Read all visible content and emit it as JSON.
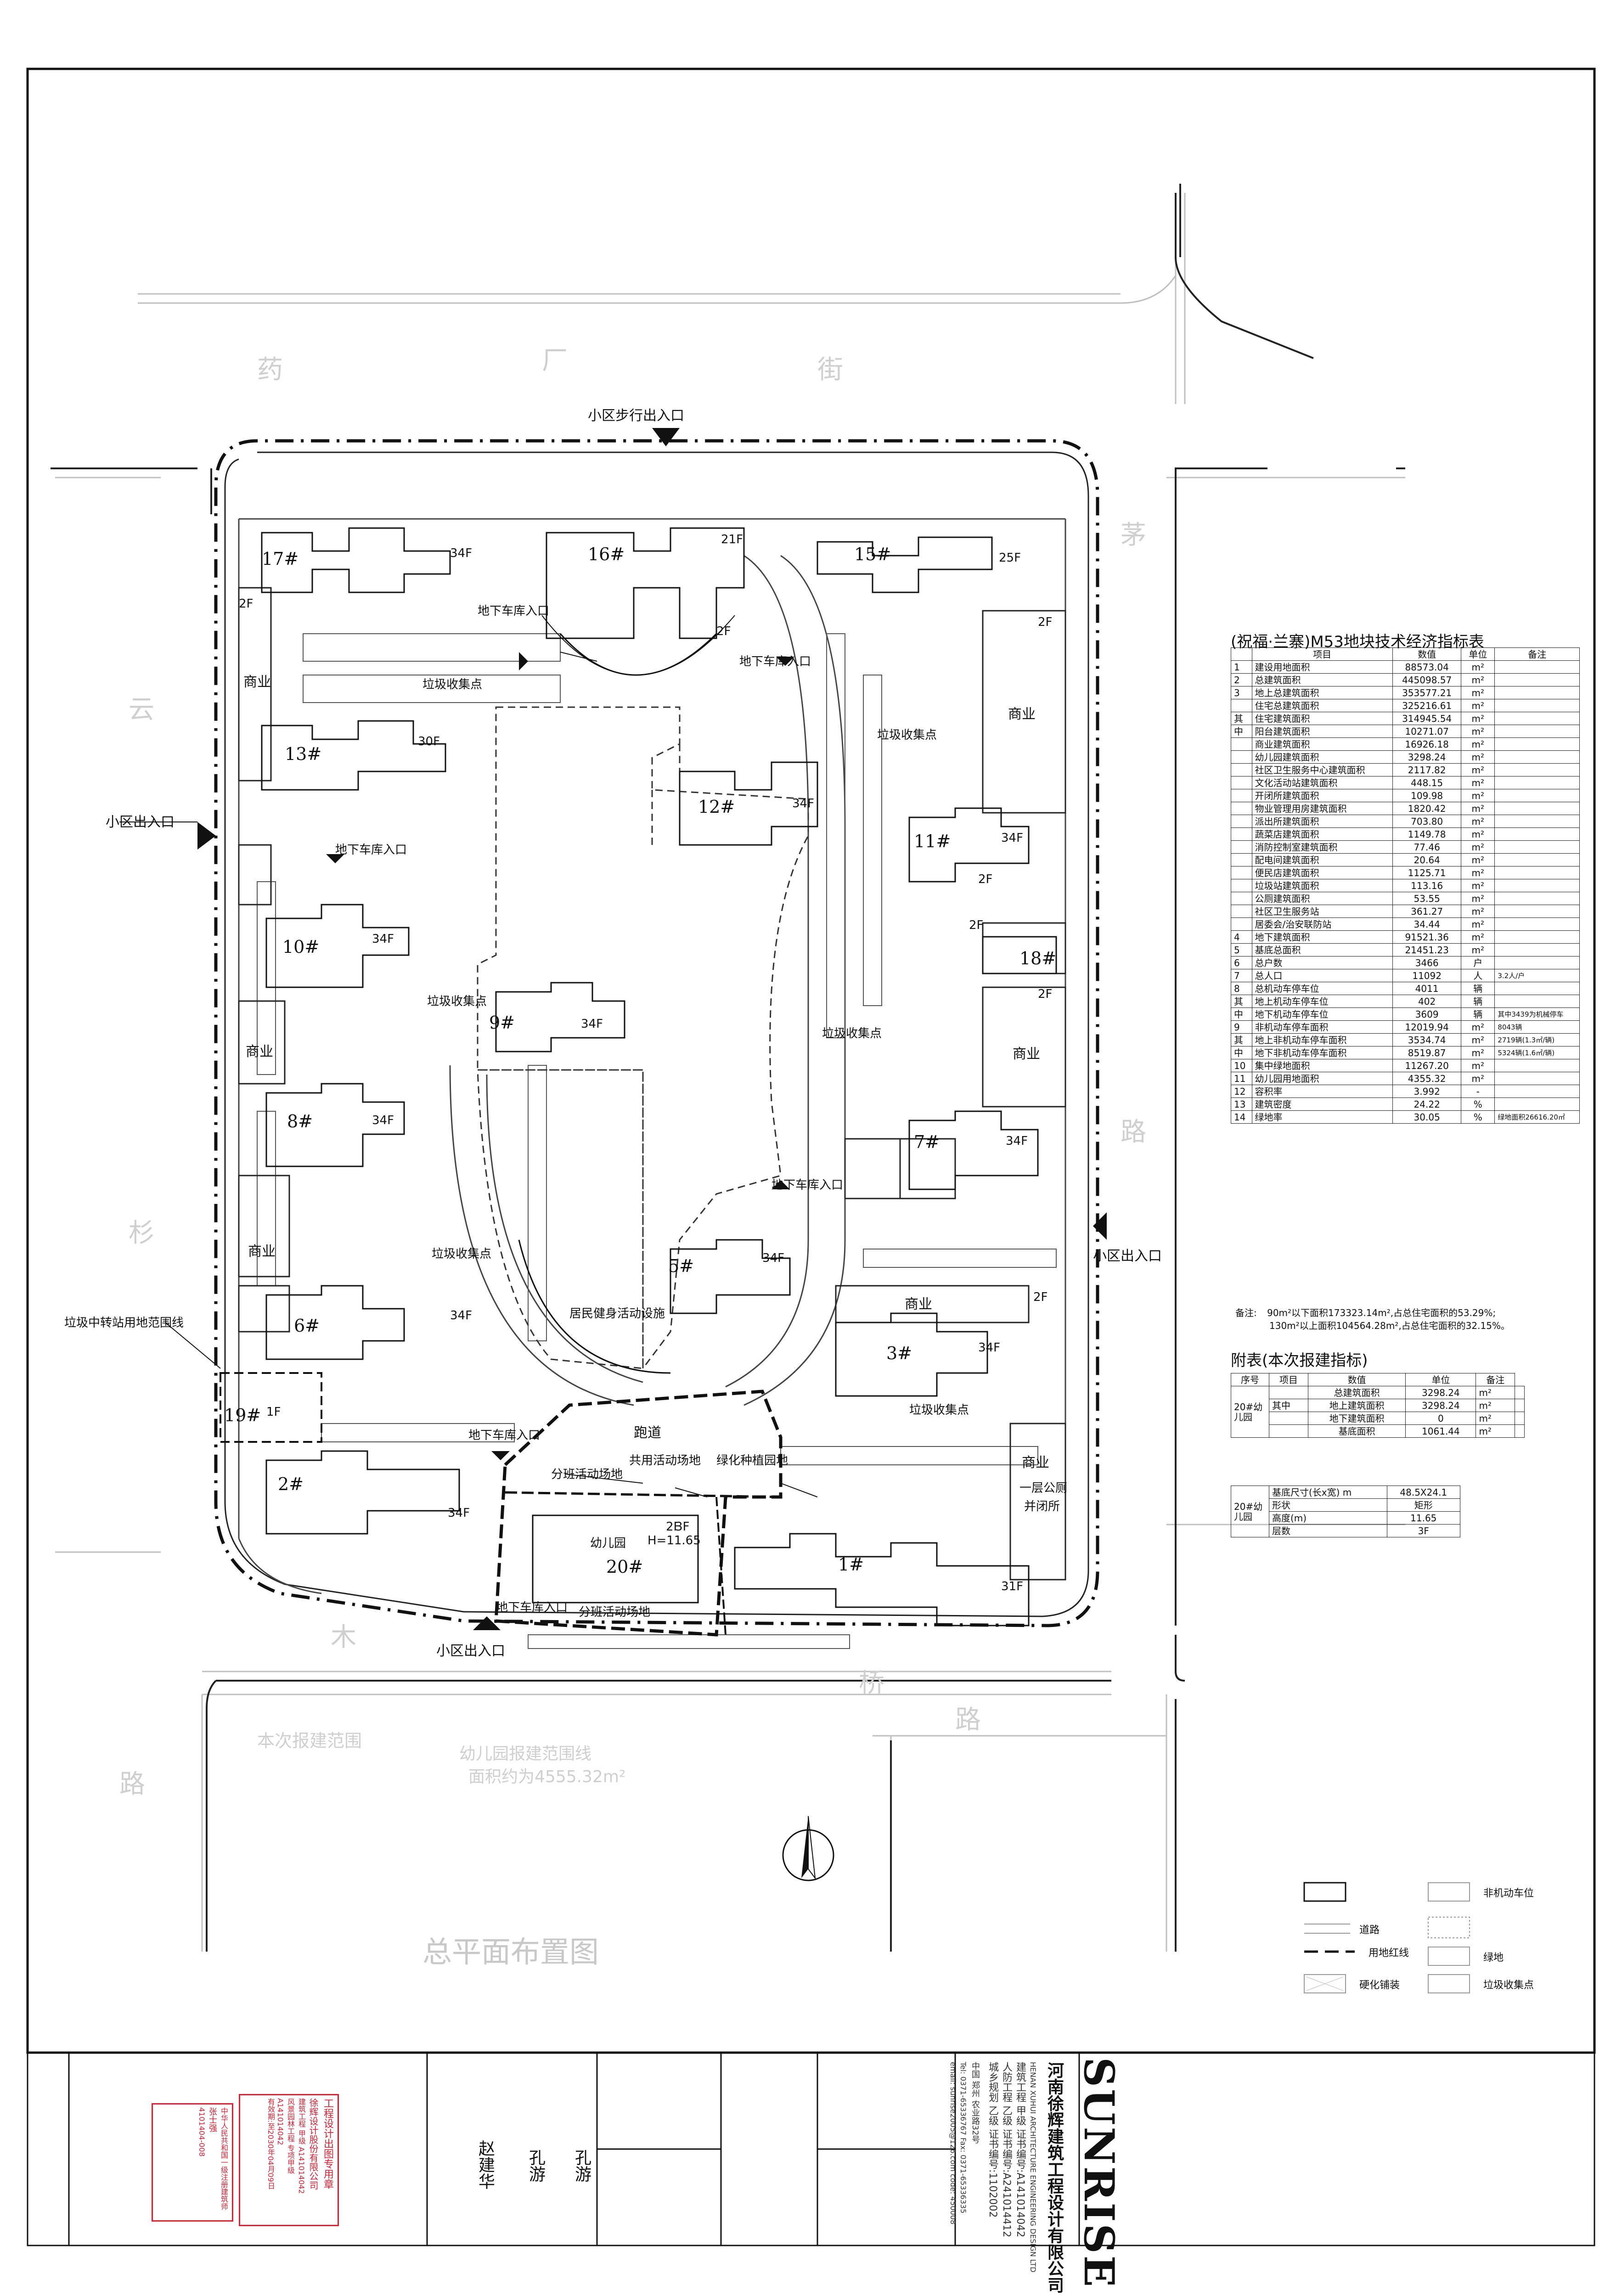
{
  "plan": {
    "buildings": [
      {
        "id": "17#",
        "floors": "34F"
      },
      {
        "id": "16#",
        "floors": "21F"
      },
      {
        "id": "15#",
        "floors": "25F"
      },
      {
        "id": "13#",
        "floors": "30F"
      },
      {
        "id": "12#",
        "floors": "34F"
      },
      {
        "id": "11#",
        "floors": "34F"
      },
      {
        "id": "10#",
        "floors": "34F"
      },
      {
        "id": "9#",
        "floors": "34F"
      },
      {
        "id": "8#",
        "floors": "34F"
      },
      {
        "id": "7#",
        "floors": "34F"
      },
      {
        "id": "6#",
        "floors": "34F"
      },
      {
        "id": "5#",
        "floors": "34F"
      },
      {
        "id": "3#",
        "floors": "34F"
      },
      {
        "id": "2#",
        "floors": "34F"
      },
      {
        "id": "1#",
        "floors": "31F"
      },
      {
        "id": "19#",
        "floors": "1F"
      },
      {
        "id": "18#",
        "floors": ""
      },
      {
        "id": "20#",
        "floors": "3F"
      }
    ],
    "small_labels": {
      "f2_a": "2F",
      "f2_b": "2F",
      "f2_c": "2F",
      "f2_d": "2F",
      "f2_e": "2F",
      "f2_f": "2F",
      "f2_g": "2F",
      "f2_h": "2F"
    },
    "shop_label": "商业",
    "labels": {
      "pedestrian_entrance": "小区步行出入口",
      "entrance": "小区出入口",
      "garage_entrance": "地下车库入口",
      "garbage": "垃圾收集点",
      "fitness": "居民健身活动设施",
      "track": "跑道",
      "shared_area": "共用活动场地",
      "class_area": "分班活动场地",
      "greenery": "绿化种植园地",
      "kindergarten": "幼儿园",
      "kg_height": "H=11.65",
      "public_toilet": "一层公厕",
      "public_toilet_b": "并闭所",
      "garbage_transfer": "垃圾中转站用地范围线"
    },
    "street_chars": {
      "top": [
        "药",
        "厂",
        "街"
      ],
      "left": [
        "云",
        "杉"
      ],
      "right": [
        "茅",
        "路"
      ],
      "bottom": [
        "木",
        "桥",
        "路"
      ],
      "bottom_left": "路"
    },
    "faded": {
      "title": "总平面布置图",
      "redline_note": "本次报建范围",
      "kg_scope": "幼儿园报建范围线",
      "kg_area": "面积约为4555.32m²"
    }
  },
  "index_table": {
    "title": "(祝福·兰寨)M53地块技术经济指标表",
    "headers": [
      "",
      "项目",
      "数值",
      "单位",
      "备注"
    ],
    "rows": [
      [
        "1",
        "建设用地面积",
        "88573.04",
        "m²",
        ""
      ],
      [
        "2",
        "总建筑面积",
        "445098.57",
        "m²",
        ""
      ],
      [
        "3",
        "地上总建筑面积",
        "353577.21",
        "m²",
        ""
      ],
      [
        "",
        "住宅总建筑面积",
        "325216.61",
        "m²",
        ""
      ],
      [
        "其",
        "住宅建筑面积",
        "314945.54",
        "m²",
        ""
      ],
      [
        "中",
        "阳台建筑面积",
        "10271.07",
        "m²",
        ""
      ],
      [
        "",
        "商业建筑面积",
        "16926.18",
        "m²",
        ""
      ],
      [
        "",
        "幼儿园建筑面积",
        "3298.24",
        "m²",
        ""
      ],
      [
        "",
        "社区卫生服务中心建筑面积",
        "2117.82",
        "m²",
        ""
      ],
      [
        "",
        "文化活动站建筑面积",
        "448.15",
        "m²",
        ""
      ],
      [
        "",
        "开闭所建筑面积",
        "109.98",
        "m²",
        ""
      ],
      [
        "",
        "物业管理用房建筑面积",
        "1820.42",
        "m²",
        ""
      ],
      [
        "",
        "派出所建筑面积",
        "703.80",
        "m²",
        ""
      ],
      [
        "",
        "蔬菜店建筑面积",
        "1149.78",
        "m²",
        ""
      ],
      [
        "",
        "消防控制室建筑面积",
        "77.46",
        "m²",
        ""
      ],
      [
        "",
        "配电间建筑面积",
        "20.64",
        "m²",
        ""
      ],
      [
        "",
        "便民店建筑面积",
        "1125.71",
        "m²",
        ""
      ],
      [
        "",
        "垃圾站建筑面积",
        "113.16",
        "m²",
        ""
      ],
      [
        "",
        "公厕建筑面积",
        "53.55",
        "m²",
        ""
      ],
      [
        "",
        "社区卫生服务站",
        "361.27",
        "m²",
        ""
      ],
      [
        "",
        "居委会/治安联防站",
        "34.44",
        "m²",
        ""
      ],
      [
        "4",
        "地下建筑面积",
        "91521.36",
        "m²",
        ""
      ],
      [
        "5",
        "基底总面积",
        "21451.23",
        "m²",
        ""
      ],
      [
        "6",
        "总户数",
        "3466",
        "户",
        ""
      ],
      [
        "7",
        "总人口",
        "11092",
        "人",
        "3.2人/户"
      ],
      [
        "8",
        "总机动车停车位",
        "4011",
        "辆",
        ""
      ],
      [
        "其",
        "地上机动车停车位",
        "402",
        "辆",
        ""
      ],
      [
        "中",
        "地下机动车停车位",
        "3609",
        "辆",
        "其中3439为机械停车"
      ],
      [
        "9",
        "非机动车停车面积",
        "12019.94",
        "m²",
        "8043辆"
      ],
      [
        "其",
        "地上非机动车停车面积",
        "3534.74",
        "m²",
        "2719辆(1.3㎡/辆)"
      ],
      [
        "中",
        "地下非机动车停车面积",
        "8519.87",
        "m²",
        "5324辆(1.6㎡/辆)"
      ],
      [
        "10",
        "集中绿地面积",
        "11267.20",
        "m²",
        ""
      ],
      [
        "11",
        "幼儿园用地面积",
        "4355.32",
        "m²",
        ""
      ],
      [
        "12",
        "容积率",
        "3.992",
        "-",
        ""
      ],
      [
        "13",
        "建筑密度",
        "24.22",
        "%",
        ""
      ],
      [
        "14",
        "绿地率",
        "30.05",
        "%",
        "绿地面积26616.20㎡"
      ]
    ],
    "note_label": "备注:",
    "notes": [
      "90m²以下面积173323.14m²,占总住宅面积的53.29%;",
      "130m²以上面积104564.28m²,占总住宅面积的32.15%。"
    ]
  },
  "appendix_table": {
    "title": "附表(本次报建指标)",
    "headers": [
      "序号",
      "项目",
      "数值",
      "单位",
      "备注"
    ],
    "group": "20#幼儿园",
    "rows": [
      [
        "",
        "总建筑面积",
        "3298.24",
        "m²",
        ""
      ],
      [
        "其中",
        "地上建筑面积",
        "3298.24",
        "m²",
        ""
      ],
      [
        "",
        "地下建筑面积",
        "0",
        "m²",
        ""
      ],
      [
        "",
        "基底面积",
        "1061.44",
        "m²",
        ""
      ]
    ]
  },
  "kg_table": {
    "group": "20#幼儿园",
    "rows": [
      [
        "基底尺寸(长x宽) m",
        "48.5X24.1"
      ],
      [
        "形状",
        "矩形"
      ],
      [
        "高度(m)",
        "11.65"
      ],
      [
        "层数",
        "3F"
      ]
    ]
  },
  "legend": {
    "items": [
      "道路",
      "非机动车位",
      "用地红线",
      "绿地",
      "硬化铺装",
      "垃圾收集点"
    ]
  },
  "title_block": {
    "company_cn": "河南徐辉建筑工程设计有限公司",
    "company_en": "HENAN XUHUI ARCHITECTURE ENGINEERING DESIGN LTD",
    "logo": "SUNRISE",
    "cert_lines": [
      "建筑工程 甲级 证书编号:A141014042",
      "人防工程 乙级 证书编号:A241014412",
      "城乡规划 乙级 证书编号:1102002"
    ],
    "address": "中国 郑州 农业路32号",
    "tel": "Tel: 0371-65336767  Fax: 0371-65336335",
    "email": "email: sunrise2005@126.com  code: 450008",
    "stamp_title": "工程设计出图专用章",
    "stamp_company": "徐辉设计股份有限公司",
    "stamp_lines": [
      "建筑工程 甲级 A141014042",
      "风景园林工程 专项甲级 A141014042",
      "有效期:至2030年04月09日"
    ],
    "reg_stamp_title": "中华人民共和国一级注册建筑师",
    "reg_stamp_name": "张士强",
    "reg_stamp_no": "4101404-008",
    "signer_1": "赵建华",
    "signer_2": "孔游",
    "signer_3": "孔游"
  }
}
